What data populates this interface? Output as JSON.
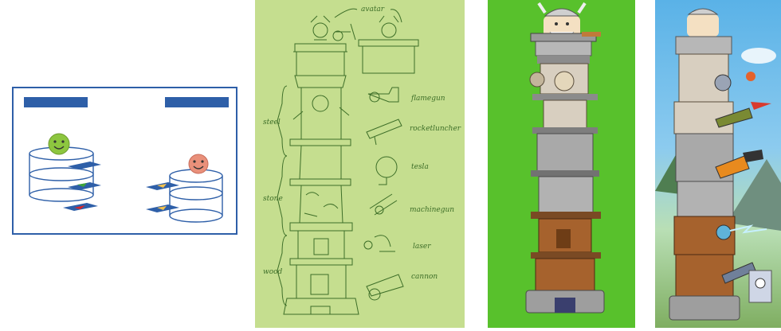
{
  "colors": {
    "diagram_border": "#2e5fa8",
    "diagram_bar": "#2e5fa8",
    "sketch_bg": "#c5de8f",
    "sketch_ink": "#3d6e28",
    "render_bg": "#58c12c",
    "sky": "#5ab2e7"
  },
  "diagram": {
    "avatars": [
      "smiley-green-icon",
      "smiley-red-icon"
    ],
    "arrow_colors": [
      "#2e5fa8",
      "#3ea43b",
      "#d4262b"
    ]
  },
  "sketch": {
    "top_label": "avatar",
    "sections": [
      "steel",
      "stone",
      "wood"
    ],
    "weapons": [
      "flamegun",
      "rocketluncher",
      "tesla",
      "machinegun",
      "laser",
      "cannon"
    ]
  }
}
